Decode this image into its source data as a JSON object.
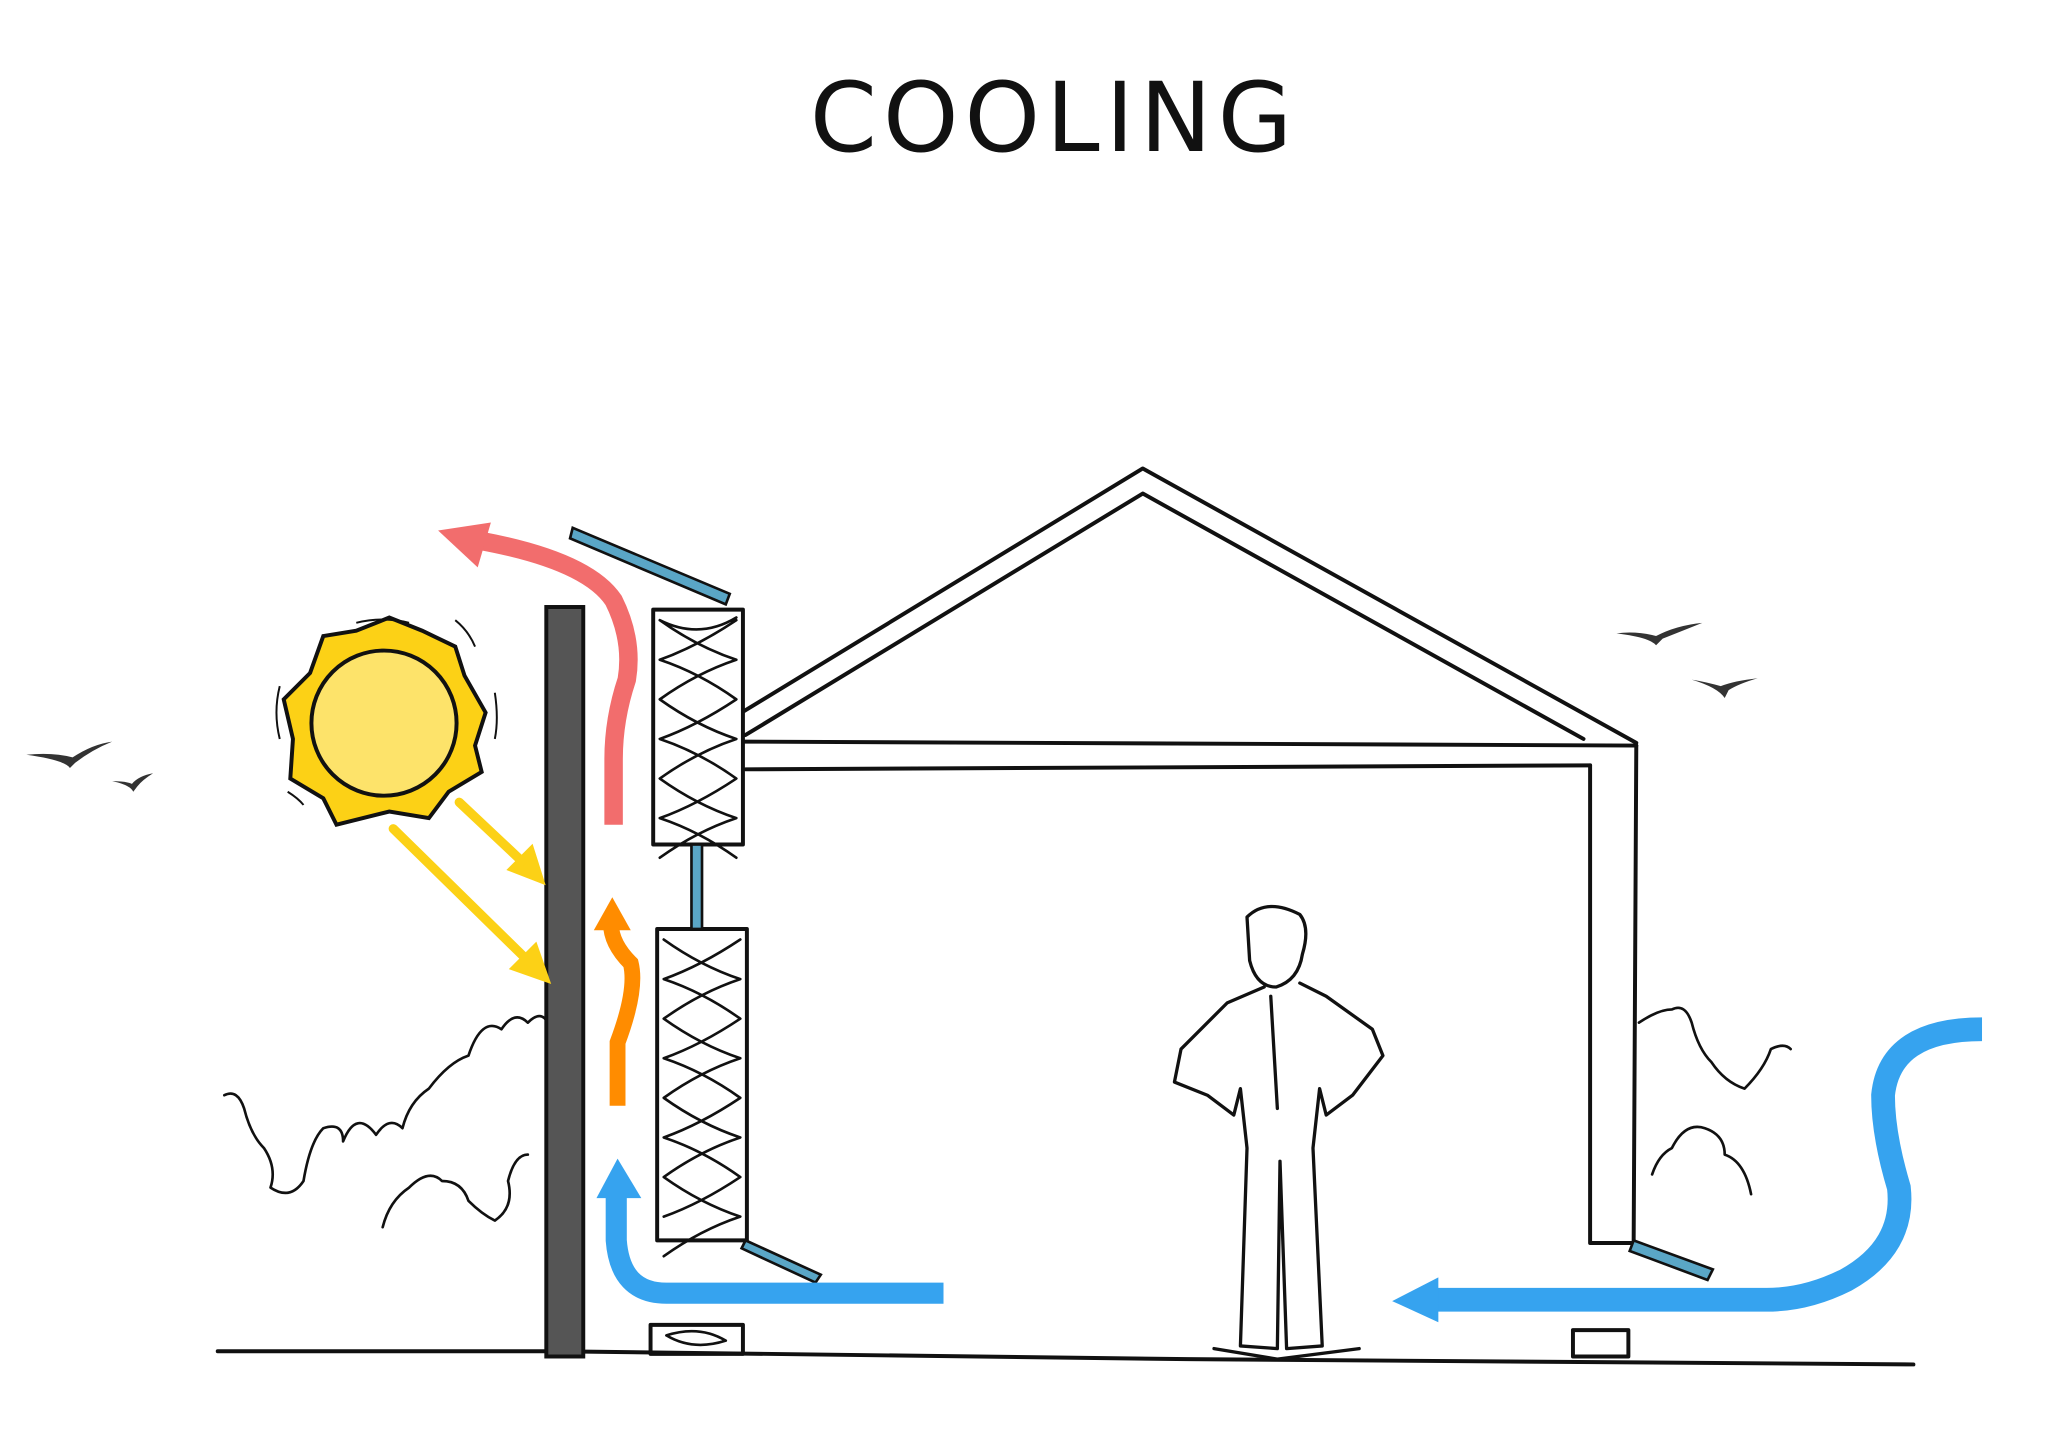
{
  "title": "COOLING",
  "colors": {
    "sun": "#fcd116",
    "sun_core": "#fde36a",
    "sun_rays": "#f7c51a",
    "hot_air": "#f26d6d",
    "warm_air": "#ff8c00",
    "cool_air": "#36a3ef",
    "wall": "#555555",
    "vent_flap": "#5aa6c6",
    "outline": "#111111"
  },
  "icons": [
    "sun-icon",
    "bird-icon",
    "person-figure",
    "shrub-icon",
    "insulation-panel"
  ]
}
